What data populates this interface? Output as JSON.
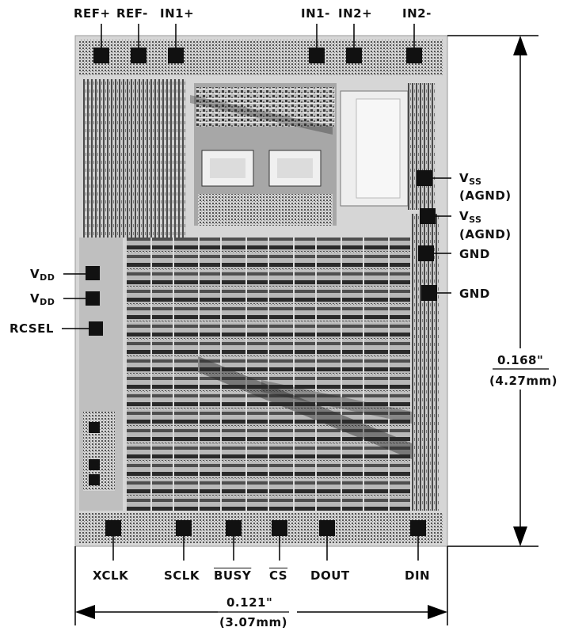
{
  "top_labels": {
    "ref_plus": "REF+",
    "ref_minus": "REF-",
    "in1_plus": "IN1+",
    "in1_minus": "IN1-",
    "in2_plus": "IN2+",
    "in2_minus": "IN2-"
  },
  "left_labels": {
    "vdd_1": "V",
    "vdd_1_sub": "DD",
    "vdd_2": "V",
    "vdd_2_sub": "DD",
    "rcsel": "RCSEL"
  },
  "right_labels": {
    "vss_1": "V",
    "vss_1_sub": "SS",
    "vss_1_note": "(AGND)",
    "vss_2": "V",
    "vss_2_sub": "SS",
    "vss_2_note": "(AGND)",
    "gnd_1": "GND",
    "gnd_2": "GND"
  },
  "bottom_labels": {
    "xclk": "XCLK",
    "sclk": "SCLK",
    "busy": "BUSY",
    "cs": "CS",
    "dout": "DOUT",
    "din": "DIN"
  },
  "dimensions": {
    "height_in": "0.168\"",
    "height_mm": "(4.27mm)",
    "width_in": "0.121\"",
    "width_mm": "(3.07mm)"
  },
  "colors": {
    "die_dark": "#2b2b2b",
    "die_mid": "#8a8a8a",
    "die_light": "#d9d9d9",
    "line": "#000000"
  }
}
